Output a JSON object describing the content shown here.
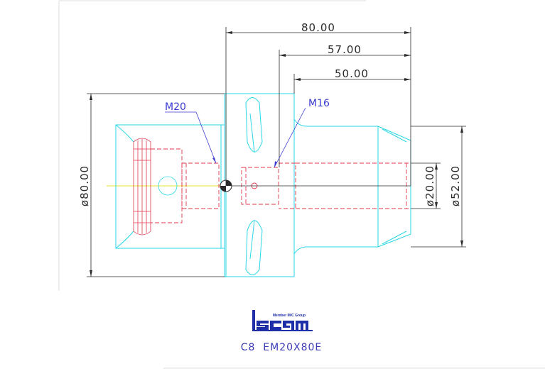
{
  "dimensions": {
    "length_total": "80.00",
    "length_mid": "57.00",
    "length_short": "50.00",
    "diameter_flange": "ø80.00",
    "diameter_shank": "ø52.00",
    "diameter_bore": "ø20.00"
  },
  "callouts": {
    "thread_large": "M20",
    "thread_small": "M16"
  },
  "logo": {
    "tagline": "Member IMC Group",
    "wordmark": "Iscar"
  },
  "caption": "C8  EM20X80E",
  "colors": {
    "outline": "#29d6e6",
    "hidden": "#e0344a",
    "dimension": "#2a2a2a",
    "callout": "#3a3ad0",
    "centerline": "#e8e22a",
    "border": "#d9d9d9"
  }
}
